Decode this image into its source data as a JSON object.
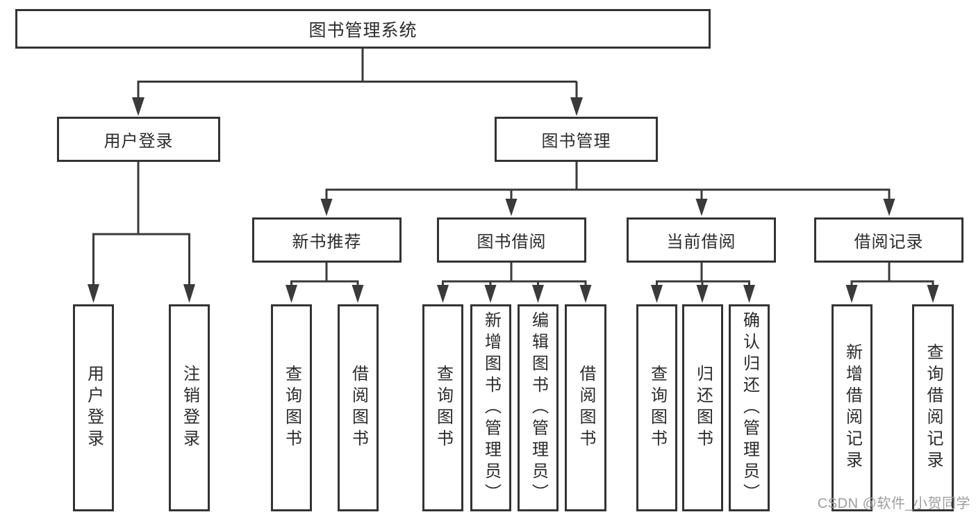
{
  "diagram": {
    "root": "图书管理系统",
    "user_login": {
      "label": "用户登录",
      "children": [
        "用户登录",
        "注销登录"
      ]
    },
    "book_mgmt": {
      "label": "图书管理",
      "sections": {
        "new_book": {
          "label": "新书推荐",
          "children": [
            "查询图书",
            "借阅图书"
          ]
        },
        "borrow": {
          "label": "图书借阅",
          "children": [
            "查询图书",
            "新增图书（管理员）",
            "编辑图书（管理员）",
            "借阅图书"
          ]
        },
        "current": {
          "label": "当前借阅",
          "children": [
            "查询图书",
            "归还图书",
            "确认归还（管理员）"
          ]
        },
        "records": {
          "label": "借阅记录",
          "children": [
            "新增借阅记录",
            "查询借阅记录"
          ]
        }
      }
    },
    "colors": {
      "line": "#3a3a3a",
      "box_border": "#333333",
      "text": "#2b2b2b",
      "watermark_text": "#9e9e9e",
      "background": "#ffffff"
    }
  },
  "watermark": "CSDN @软件_小贺同学"
}
